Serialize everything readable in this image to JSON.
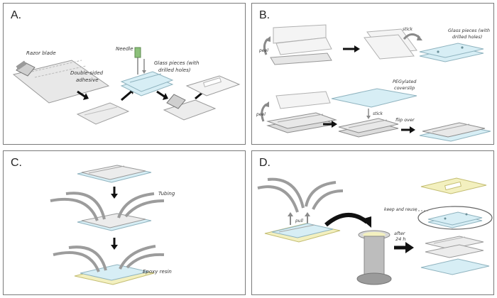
{
  "panels": [
    {
      "id": "A",
      "label": "A."
    },
    {
      "id": "B",
      "label": "B."
    },
    {
      "id": "C",
      "label": "C."
    },
    {
      "id": "D",
      "label": "D."
    }
  ],
  "captions": {
    "a_razor": "Razor blade",
    "a_adhesive_1": "Double-sided",
    "a_adhesive_2": "adhesive",
    "a_needle": "Needle",
    "a_glass_1": "Glass pieces (with",
    "a_glass_2": "drilled holes)",
    "b_peel_1": "peel",
    "b_stick_1": "stick",
    "b_glass_1": "Glass pieces (with",
    "b_glass_2": "drilled holes)",
    "b_peg_1": "PEGylated",
    "b_peg_2": "coverslip",
    "b_peel_2": "peel",
    "b_stick_2": "stick",
    "b_flip": "flip over",
    "c_tubing": "Tubing",
    "c_epoxy": "Epoxy resin",
    "d_pull": "pull",
    "d_keep_1": "keep and reuse",
    "d_after_1": "after",
    "d_after_2": "24 h"
  },
  "colors": {
    "glass": "#d7eef5",
    "glass_edge": "#8fb3bf",
    "epoxy": "#f3f0bf",
    "tape": "#e6e6e6",
    "arrow": "#111111",
    "soft_arrow": "#8a8a8a",
    "needle": "#8cc07a"
  }
}
